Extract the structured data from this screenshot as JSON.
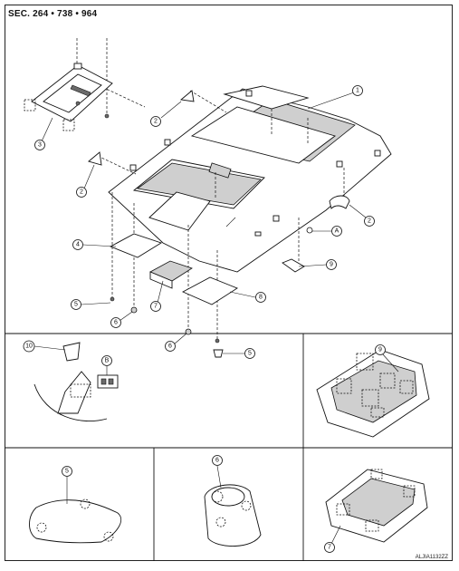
{
  "header": {
    "section_ref": "SEC. 264 • 738 • 964"
  },
  "footer": {
    "figure_code": "ALJIA1132ZZ"
  },
  "callouts": {
    "c1": "1",
    "c2a": "2",
    "c2b": "2",
    "c2c": "2",
    "c3": "3",
    "c4": "4",
    "c5a": "5",
    "c5b": "5",
    "c5c": "5",
    "c6a": "6",
    "c6b": "6",
    "c6c": "6",
    "c7a": "7",
    "c7b": "7",
    "c8": "8",
    "c9a": "9",
    "c9b": "9",
    "c10": "10",
    "cA": "A",
    "cB": "B"
  }
}
